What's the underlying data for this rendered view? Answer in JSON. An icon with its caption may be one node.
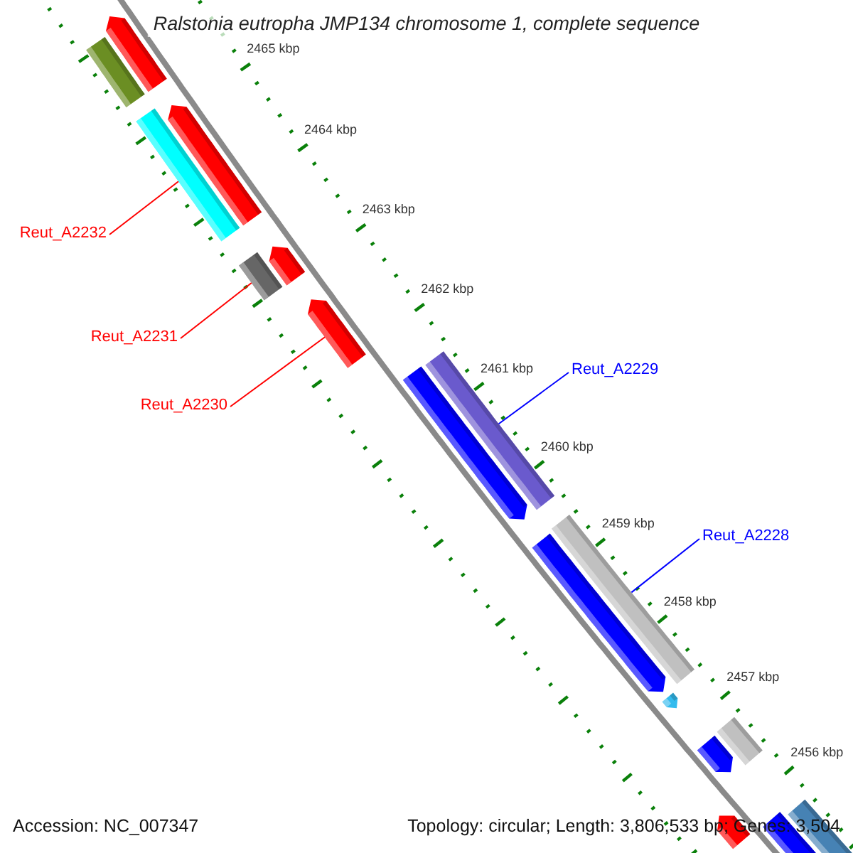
{
  "diagram": {
    "title": "Ralstonia eutropha JMP134 chromosome 1, complete sequence",
    "nodes": [
      {
        "text": [],
        "shape": "bar"
      },
      {
        "text": [],
        "shape": "bar"
      },
      {
        "text": [],
        "shape": "bar"
      },
      {
        "text": [],
        "shape": "bar"
      },
      {
        "text": [
          "Reut_A2232"
        ]
      },
      {
        "text": [],
        "shape": "bar"
      },
      {
        "text": [],
        "shape": "bar"
      },
      {
        "text": [],
        "shape": "bar"
      },
      {
        "text": [
          "Reut_A2231"
        ]
      },
      {
        "text": [],
        "shape": "bar"
      },
      {
        "text": [],
        "shape": "bar"
      },
      {
        "text": [
          "Reut_A2229"
        ]
      },
      {
        "text": [
          "Reut_A2230"
        ]
      },
      {
        "text": [],
        "shape": "bar"
      },
      {
        "text": [],
        "shape": "bar"
      },
      {
        "text": [
          "Reut_A2228"
        ]
      },
      {
        "text": [],
        "shape": "bar"
      },
      {
        "text": [],
        "shape": "bar"
      },
      {
        "text": [],
        "shape": "bar"
      },
      {
        "text": [],
        "shape": "bar"
      },
      {
        "text": [],
        "shape": "bar"
      },
      {
        "text": [],
        "shape": "bar"
      }
    ],
    "edges": [
      {
        "from": 4,
        "to": 3,
        "arrow": "none"
      },
      {
        "from": 8,
        "to": 6,
        "arrow": "none"
      },
      {
        "from": 12,
        "to": 7,
        "arrow": "none"
      },
      {
        "from": 11,
        "to": 9,
        "arrow": "none",
        "color": "#0000ff"
      },
      {
        "from": 15,
        "to": 13,
        "arrow": "none",
        "color": "#0000ff"
      }
    ],
    "labels": [
      "2465 kbp",
      "2464 kbp",
      "2463 kbp",
      "2462 kbp",
      "2461 kbp",
      "2460 kbp",
      "2459 kbp",
      "2458 kbp",
      "2457 kbp",
      "2456 kbp",
      "Accession: NC_007347",
      "Topology: circular; Length: 3,806,533 bp; Genes: 3,504"
    ]
  }
}
